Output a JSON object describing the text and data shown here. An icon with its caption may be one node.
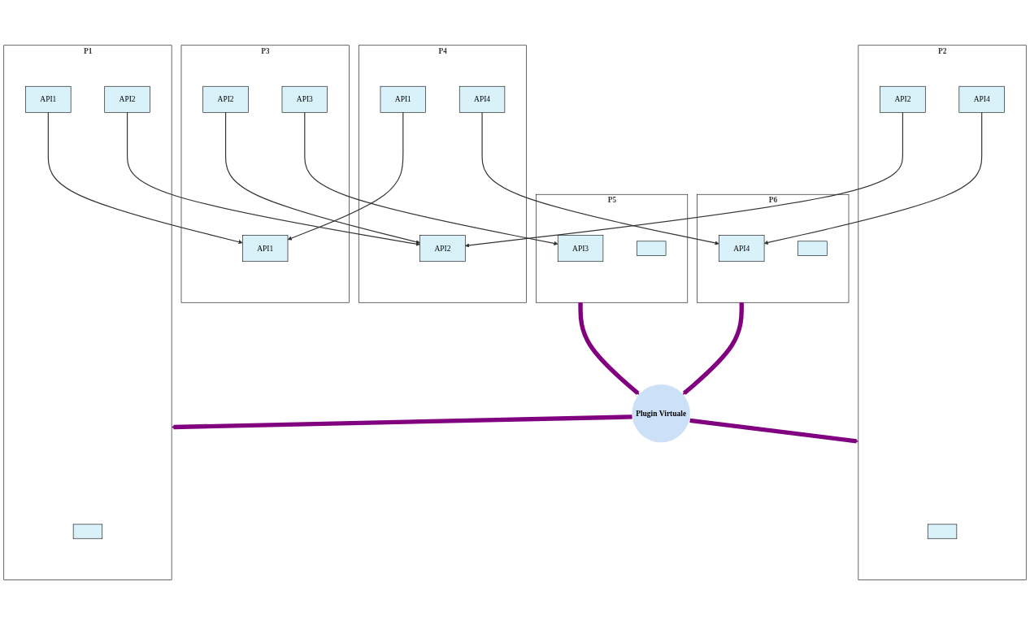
{
  "diagram": {
    "nodes": [
      {
        "text": [
          "Plugin Virtuale"
        ]
      },
      {
        "text": [
          "P1"
        ]
      },
      {
        "text": [],
        "shape": "box",
        "in": 1
      },
      {
        "text": [
          "API1"
        ],
        "in": 1
      },
      {
        "text": [
          "API2"
        ],
        "in": 1
      },
      {
        "text": [
          "P3"
        ]
      },
      {
        "text": [
          "API1"
        ],
        "in": 5
      },
      {
        "text": [
          "API3"
        ],
        "in": 5
      },
      {
        "text": [
          "API2"
        ],
        "in": 5
      },
      {
        "text": [
          "P5"
        ]
      },
      {
        "text": [
          "API3"
        ],
        "in": 9
      },
      {
        "text": [],
        "shape": "box",
        "in": 9
      },
      {
        "text": [
          "P4"
        ]
      },
      {
        "text": [
          "API2"
        ],
        "in": 12
      },
      {
        "text": [
          "API4"
        ],
        "in": 12
      },
      {
        "text": [
          "API1"
        ],
        "in": 12
      },
      {
        "text": [
          "P2"
        ]
      },
      {
        "text": [],
        "shape": "box",
        "in": 16
      },
      {
        "text": [
          "API2"
        ],
        "in": 16
      },
      {
        "text": [
          "API4"
        ],
        "in": 16
      },
      {
        "text": [
          "P6"
        ]
      },
      {
        "text": [
          "API4"
        ],
        "in": 20
      },
      {
        "text": [],
        "shape": "box",
        "in": 20
      }
    ],
    "edges": [
      {
        "from": 3,
        "to": 6,
        "arrow": "to"
      },
      {
        "from": 4,
        "to": 13,
        "arrow": "to"
      },
      {
        "from": 7,
        "to": 10,
        "arrow": "to"
      },
      {
        "from": 8,
        "to": 13,
        "arrow": "to"
      },
      {
        "from": 18,
        "to": 13,
        "arrow": "to"
      },
      {
        "from": 14,
        "to": 21,
        "arrow": "to"
      },
      {
        "from": 15,
        "to": 6,
        "arrow": "to"
      },
      {
        "from": 19,
        "to": 21,
        "arrow": "to"
      },
      {
        "from": 9,
        "to": 0,
        "arrow": "to",
        "style": "thick",
        "color": "#800080"
      },
      {
        "from": 20,
        "to": 0,
        "arrow": "to",
        "style": "thick",
        "color": "#800080"
      },
      {
        "from": 0,
        "to": 1,
        "arrow": "to",
        "style": "thick",
        "color": "#800080"
      },
      {
        "from": 0,
        "to": 16,
        "arrow": "to",
        "style": "thick",
        "color": "#800080"
      }
    ]
  }
}
